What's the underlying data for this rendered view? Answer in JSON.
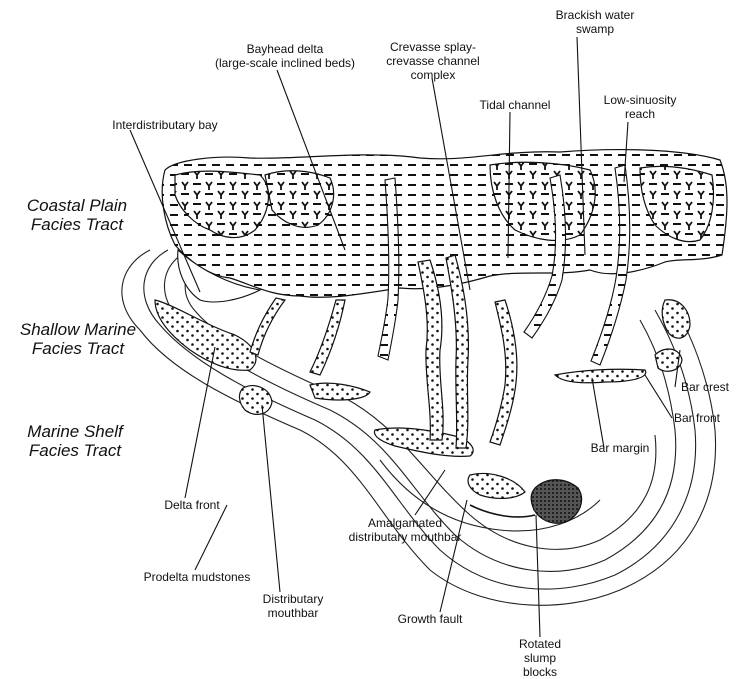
{
  "facies_tracts": {
    "coastal_plain": [
      "Coastal Plain",
      "Facies Tract"
    ],
    "shallow_marine": [
      "Shallow Marine",
      "Facies Tract"
    ],
    "marine_shelf": [
      "Marine Shelf",
      "Facies Tract"
    ]
  },
  "labels": {
    "brackish_water_swamp": [
      "Brackish water",
      "swamp"
    ],
    "bayhead_delta": [
      "Bayhead delta",
      "(large-scale inclined beds)"
    ],
    "crevasse_splay": [
      "Crevasse splay-",
      "crevasse channel",
      "complex"
    ],
    "tidal_channel": [
      "Tidal channel"
    ],
    "low_sinuosity_reach": [
      "Low-sinuosity",
      "reach"
    ],
    "interdistributary_bay": [
      "Interdistributary bay"
    ],
    "bar_crest": [
      "Bar crest"
    ],
    "bar_front": [
      "Bar front"
    ],
    "bar_margin": [
      "Bar margin"
    ],
    "delta_front": [
      "Delta front"
    ],
    "amalgamated_mouthbar": [
      "Amalgamated",
      "distributary mouthbar"
    ],
    "prodelta_mudstones": [
      "Prodelta mudstones"
    ],
    "distributary_mouthbar": [
      "Distributary",
      "mouthbar"
    ],
    "growth_fault": [
      "Growth fault"
    ],
    "rotated_slump_blocks": [
      "Rotated",
      "slump",
      "blocks"
    ]
  }
}
